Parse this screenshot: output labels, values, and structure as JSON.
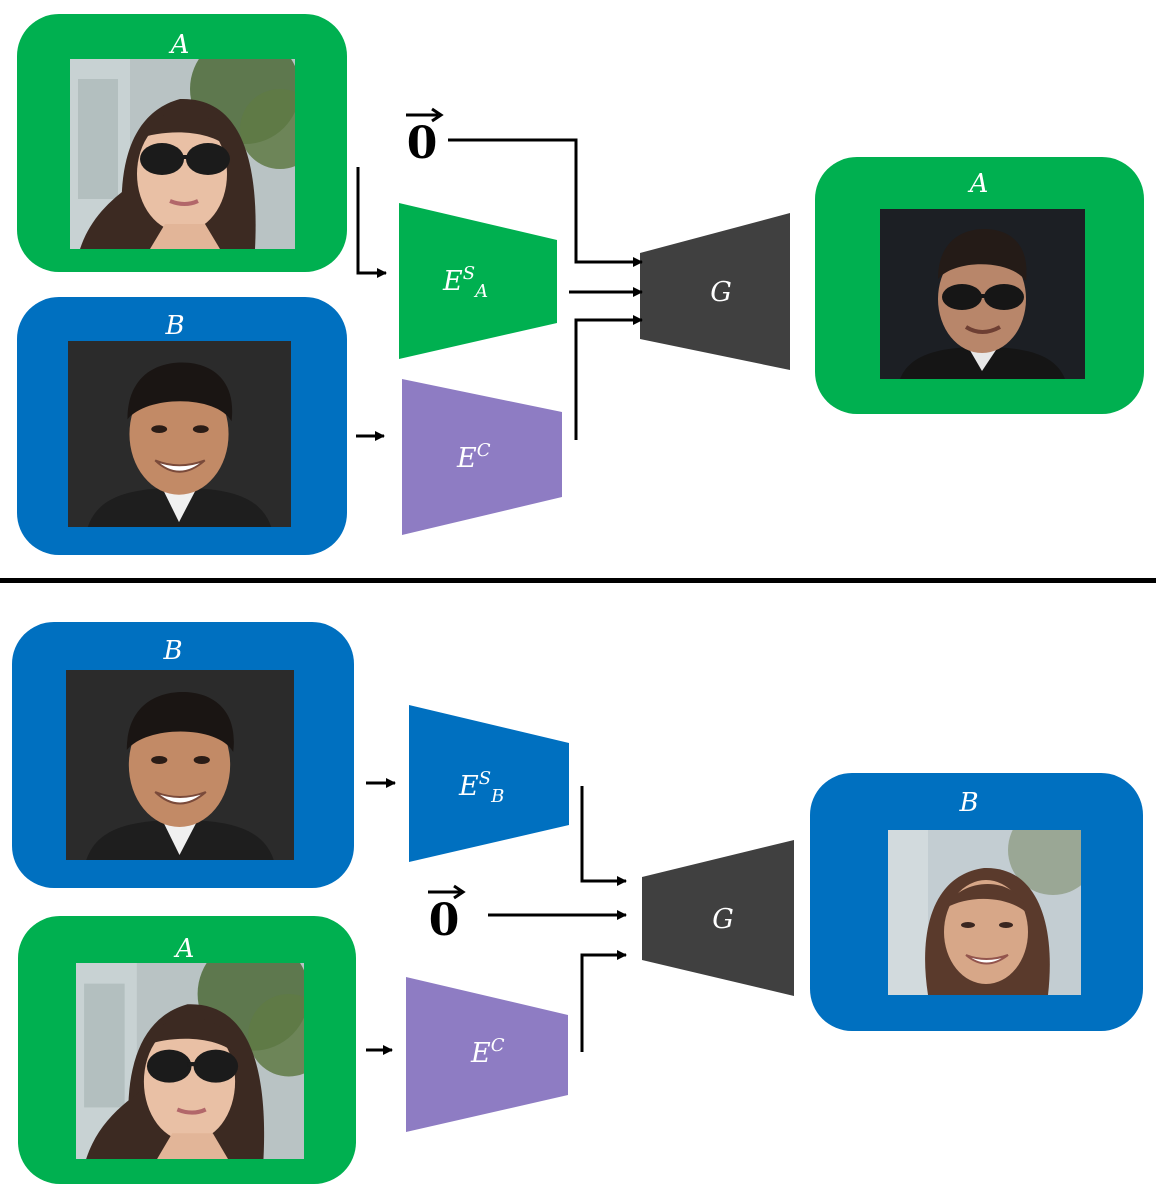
{
  "colors": {
    "domain_a": "#00b050",
    "domain_b": "#0070c0",
    "content_encoder": "#8e7cc3",
    "generator": "#404040",
    "divider": "#000000",
    "arrow": "#000000",
    "photo_dark_bg": "#2b2b2b",
    "photo_light_bg": "#b9c3c4"
  },
  "top": {
    "input_a": {
      "label": "A",
      "photo": "woman-with-sunglasses"
    },
    "input_b": {
      "label": "B",
      "photo": "smiling-man"
    },
    "style_encoder": {
      "letter": "E",
      "sup": "S",
      "sub": "A"
    },
    "content_encoder": {
      "letter": "E",
      "sup": "C"
    },
    "zero_vector": "0",
    "generator": {
      "label": "G"
    },
    "output": {
      "label": "A",
      "photo": "man-with-sunglasses"
    }
  },
  "bottom": {
    "input_b": {
      "label": "B",
      "photo": "smiling-man"
    },
    "input_a": {
      "label": "A",
      "photo": "woman-with-sunglasses"
    },
    "style_encoder": {
      "letter": "E",
      "sup": "S",
      "sub": "B"
    },
    "content_encoder": {
      "letter": "E",
      "sup": "C"
    },
    "zero_vector": "0",
    "generator": {
      "label": "G"
    },
    "output": {
      "label": "B",
      "photo": "smiling-woman"
    }
  }
}
